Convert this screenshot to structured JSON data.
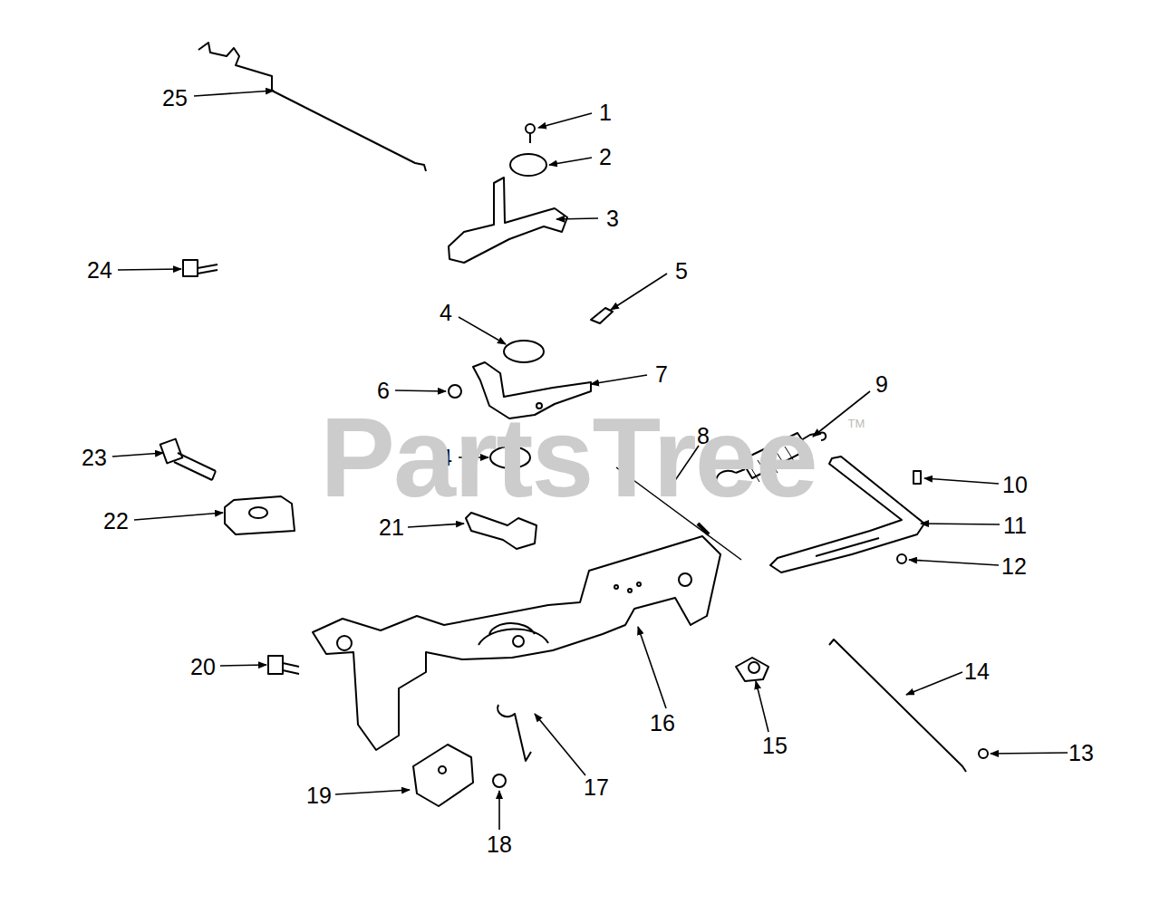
{
  "diagram": {
    "labels": [
      "1",
      "2",
      "3",
      "4",
      "4",
      "5",
      "6",
      "7",
      "8",
      "9",
      "10",
      "11",
      "12",
      "13",
      "14",
      "15",
      "16",
      "17",
      "18",
      "19",
      "20",
      "21",
      "22",
      "23",
      "24",
      "25",
      "PartsTree",
      "TM"
    ]
  }
}
